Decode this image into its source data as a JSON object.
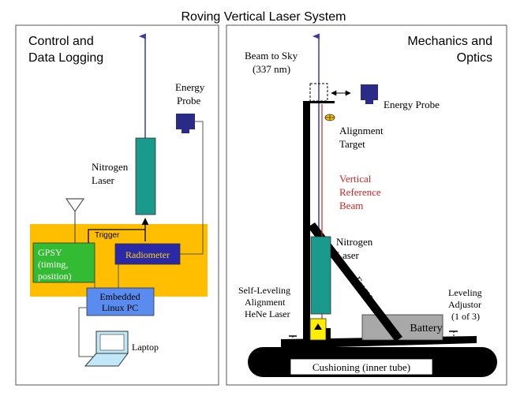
{
  "title": "Roving Vertical Laser System",
  "left_panel": {
    "heading_line1": "Control and",
    "heading_line2": "Data Logging",
    "energy_probe_line1": "Energy",
    "energy_probe_line2": "Probe",
    "nitrogen_laser_line1": "Nitrogen",
    "nitrogen_laser_line2": "Laser",
    "trigger": "Trigger",
    "gpsy_line1": "GPSY",
    "gpsy_line2": "(timing,",
    "gpsy_line3": "position)",
    "radiometer": "Radiometer",
    "pc_line1": "Embedded",
    "pc_line2": "Linux PC",
    "laptop": "Laptop"
  },
  "right_panel": {
    "heading_line1": "Mechanics and",
    "heading_line2": "Optics",
    "beam_line1": "Beam to Sky",
    "beam_line2": "(337 nm)",
    "energy_probe": "Energy Probe",
    "alignment_line1": "Alignment",
    "alignment_line2": "Target",
    "vref_line1": "Vertical",
    "vref_line2": "Reference",
    "vref_line3": "Beam",
    "nitrogen_laser_line1": "Nitrogen",
    "nitrogen_laser_line2": "Laser",
    "frame": "Frame",
    "hene_line1": "Self-Leveling",
    "hene_line2": "Alignment",
    "hene_line3": "HeNe Laser",
    "leveling_line1": "Leveling",
    "leveling_line2": "Adjustor",
    "leveling_line3": "(1 of 3)",
    "battery": "Battery",
    "cushioning": "Cushioning (inner tube)"
  },
  "colors": {
    "beam_blue": "#3b3ba8",
    "reference_red": "#dd2222",
    "control_box": "#ffbf00",
    "gpsy_green": "#33bb33",
    "radiometer_blue": "#2a2aa8",
    "pc_blue": "#5a8cf0",
    "laser_teal": "#1a9a8c",
    "probe_navy": "#2a2a88",
    "battery_gray": "#a8a8a8"
  }
}
